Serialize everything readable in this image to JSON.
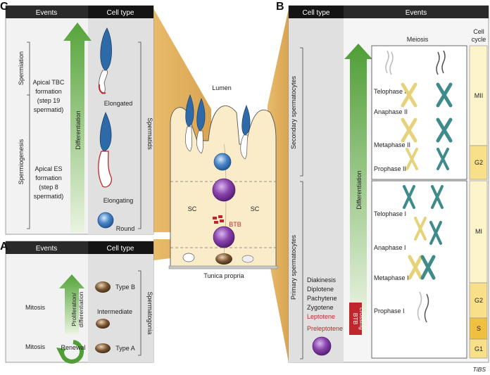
{
  "panels": {
    "c": {
      "letter": "C",
      "header_events": "Events",
      "header_cell_type": "Cell type",
      "events": {
        "spermiation": "Spermiation",
        "spermiogenesis": "Spermiogenesis",
        "apical_tbc": [
          "Apical TBC",
          "formation",
          "(step 19",
          "spermatid)"
        ],
        "apical_es": [
          "Apical ES",
          "formation",
          "(step 8",
          "spermatid)"
        ],
        "arrow": "Differentiation"
      },
      "cells": {
        "elongated": "Elongated",
        "elongating": "Elongating",
        "round": "Round",
        "group": "Spermatids"
      }
    },
    "a": {
      "letter": "A",
      "header_events": "Events",
      "header_cell_type": "Cell type",
      "events": {
        "mitosis_upper": "Mitosis",
        "mitosis_lower": "Mitosis",
        "arrow": [
          "Proliferation/",
          "differentiation"
        ],
        "renewal": "Renewal"
      },
      "cells": {
        "type_b": "Type B",
        "intermediate": "Intermediate",
        "type_a": "Type A",
        "group": "Spermatogonia"
      }
    },
    "center": {
      "lumen": "Lumen",
      "sc_left": "SC",
      "sc_right": "SC",
      "btb": "BTB",
      "tunica": "Tunica propria"
    },
    "b": {
      "letter": "B",
      "header_cell_type": "Cell type",
      "header_events": "Events",
      "secondary": "Secondary spermatocytes",
      "primary": "Primary spermatocytes",
      "stages": [
        "Diakinesis",
        "Diplotene",
        "Pachytene",
        "Zygotene"
      ],
      "leptotene": "Leptotene",
      "preleptotene": "Preleptotene",
      "differentiation": "Differentiation",
      "btb_crossing": [
        "BTB",
        "crossing"
      ],
      "meiosis_title": "Meiosis",
      "cell_cycle_title": [
        "Cell",
        "cycle"
      ],
      "meiosis_phases": [
        "Telophase II",
        "Anaphase II",
        "Metaphase II",
        "Prophase II",
        "Telophase I",
        "Anaphase I",
        "Metaphase I",
        "Prophase I"
      ],
      "cycle": [
        "MII",
        "G2",
        "MI",
        "G2",
        "S",
        "G1"
      ]
    }
  },
  "footer": "TiBS",
  "colors": {
    "header": "#222222",
    "cream": "#fbecc9",
    "tan": "#d9a95a",
    "green": "#5aa83b",
    "purple": "#7a3a9a",
    "red": "#c0272d",
    "blue": "#2f6aa8",
    "yellow_chrom": "#e6d27a",
    "teal_chrom": "#3f8a8a"
  }
}
